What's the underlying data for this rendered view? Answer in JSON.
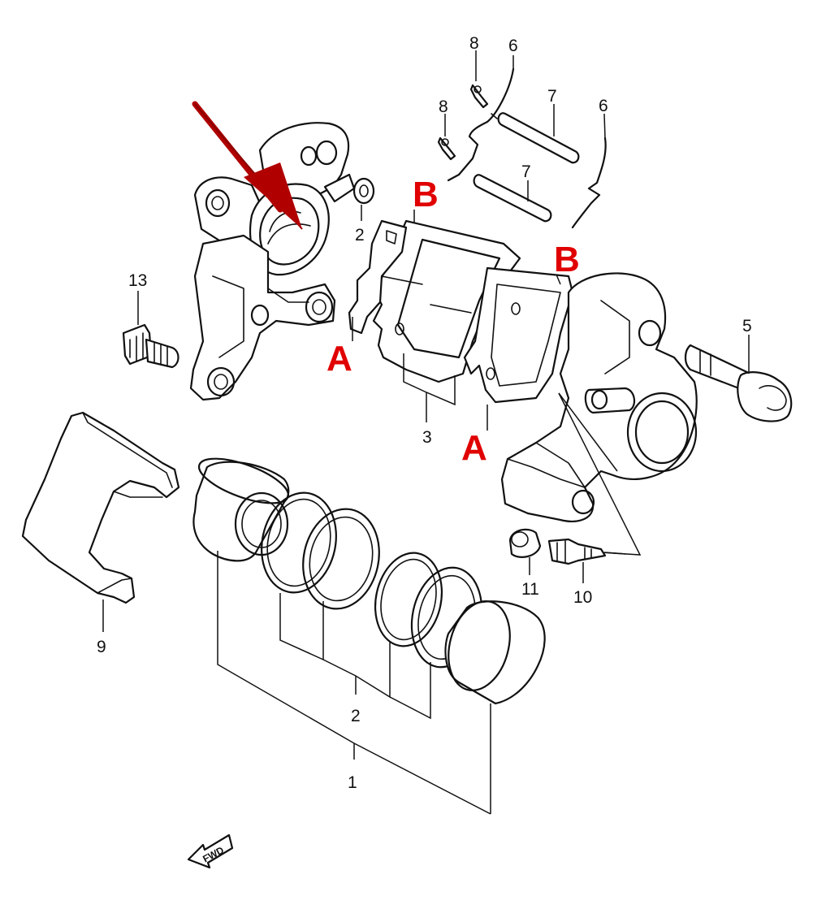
{
  "labels": {
    "part_1": "1",
    "part_2_seal": "2",
    "part_2_washer": "2",
    "part_3": "3",
    "part_5": "5",
    "part_6_left": "6",
    "part_6_right": "6",
    "part_7_upper": "7",
    "part_7_lower": "7",
    "part_8_upper": "8",
    "part_8_lower": "8",
    "part_9": "9",
    "part_10": "10",
    "part_11": "11",
    "part_13": "13"
  },
  "markers": {
    "a_left": "A",
    "a_right": "A",
    "b_top": "B",
    "b_right": "B"
  },
  "fwd_label": "FWD",
  "colors": {
    "marker_red": "#e00000",
    "arrow_red": "#b00000",
    "line": "#111111"
  },
  "icons": {
    "pointer": "red-arrow-icon",
    "front": "fwd-arrow-icon"
  }
}
